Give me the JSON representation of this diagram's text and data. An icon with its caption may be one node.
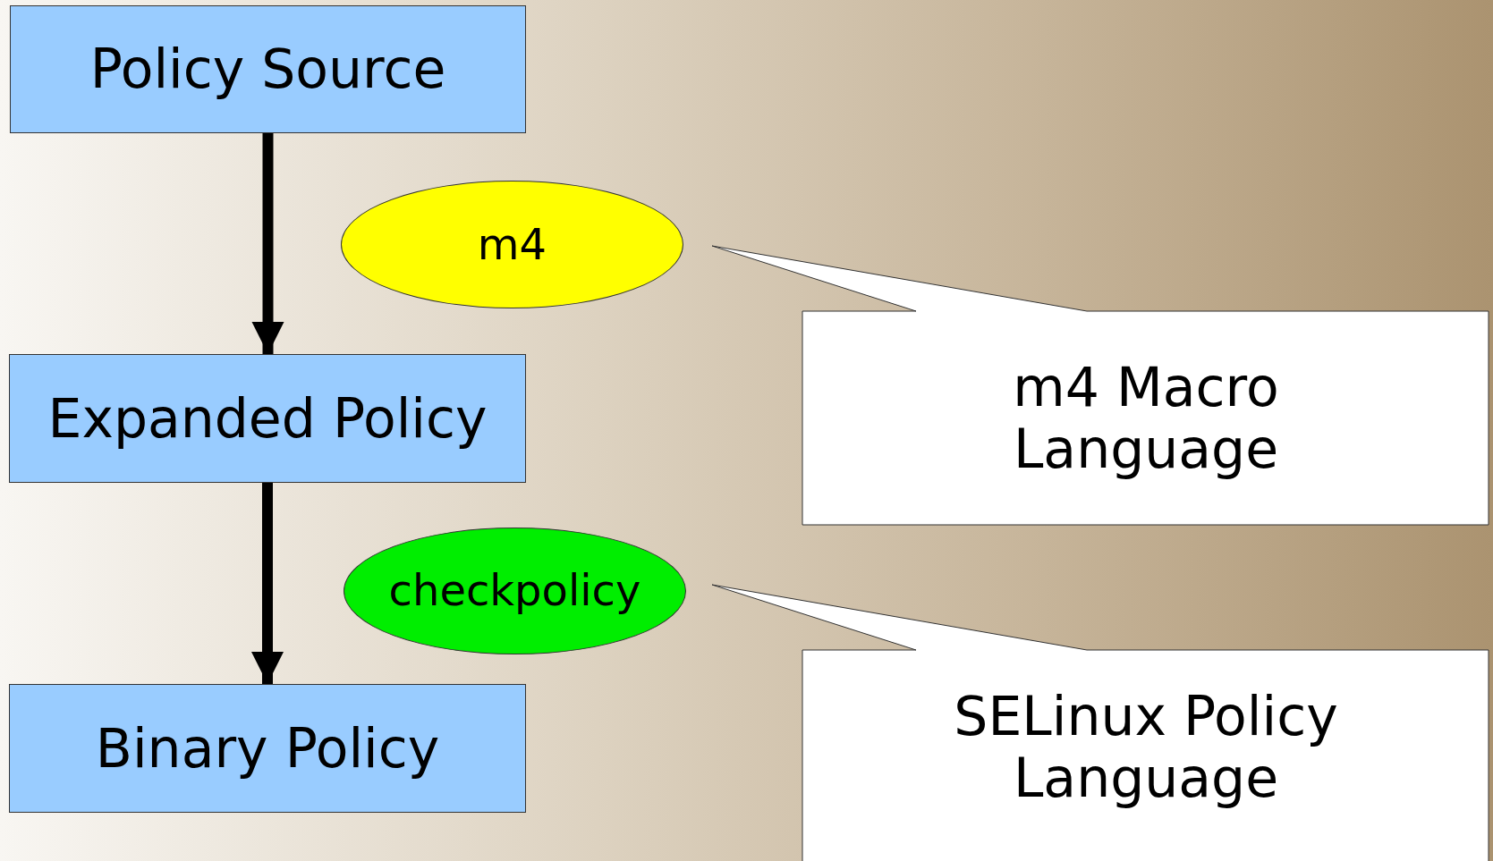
{
  "diagram": {
    "nodes": [
      {
        "text": [
          "Policy Source"
        ]
      },
      {
        "text": [
          "Expanded Policy"
        ]
      },
      {
        "text": [
          "Binary Policy"
        ]
      },
      {
        "text": [
          "m4"
        ]
      },
      {
        "text": [
          "checkpolicy"
        ]
      },
      {
        "text": [
          "m4 Macro Language"
        ]
      },
      {
        "text": [
          "SELinux Policy Language"
        ]
      }
    ],
    "edges": [
      {
        "from": 0,
        "to": 1,
        "arrow": "to"
      },
      {
        "from": 1,
        "to": 2,
        "arrow": "to"
      }
    ]
  }
}
